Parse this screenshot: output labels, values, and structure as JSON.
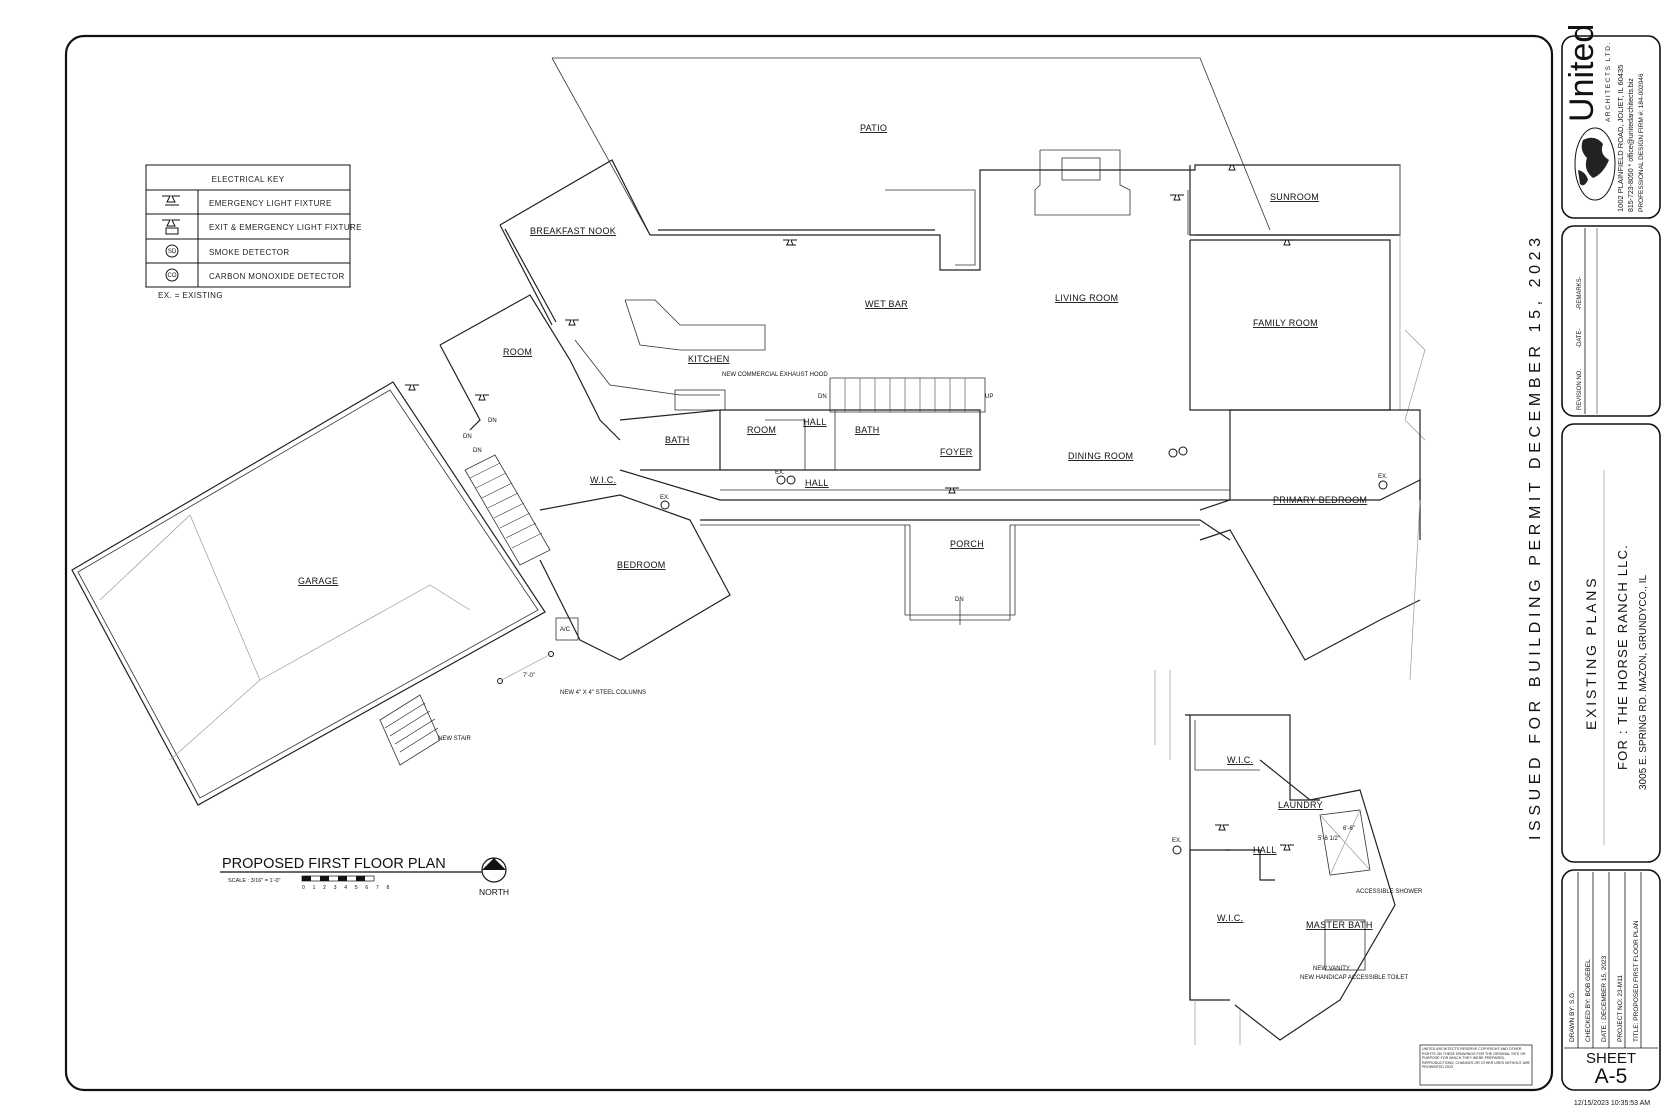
{
  "key": {
    "title": "ELECTRICAL KEY",
    "items": [
      {
        "label": "EMERGENCY LIGHT FIXTURE",
        "icon": "emergency-light-icon"
      },
      {
        "label": "EXIT & EMERGENCY LIGHT FIXTURE",
        "icon": "exit-light-icon"
      },
      {
        "label": "SMOKE DETECTOR",
        "icon": "smoke-detector-icon",
        "symbol": "SD"
      },
      {
        "label": "CARBON MONOXIDE DETECTOR",
        "icon": "co-detector-icon",
        "symbol": "CO"
      }
    ],
    "note": "EX. = EXISTING"
  },
  "rooms": {
    "patio": "PATIO",
    "breakfast_nook": "BREAKFAST NOOK",
    "sunroom": "SUNROOM",
    "wet_bar": "WET BAR",
    "living_room": "LIVING ROOM",
    "family_room": "FAMILY ROOM",
    "room1": "ROOM",
    "kitchen": "KITCHEN",
    "bath1": "BATH",
    "room2": "ROOM",
    "hall1": "HALL",
    "bath2": "BATH",
    "foyer": "FOYER",
    "dining_room": "DINING ROOM",
    "wic1": "W.I.C.",
    "hall2": "HALL",
    "primary_bedroom": "PRIMARY BEDROOM",
    "garage": "GARAGE",
    "bedroom": "BEDROOM",
    "porch": "PORCH",
    "wic2": "W.I.C.",
    "laundry": "LAUNDRY",
    "hall3": "HALL",
    "wic3": "W.I.C.",
    "master_bath": "MASTER BATH"
  },
  "notes": {
    "hood": "NEW COMMERCIAL EXHAUST HOOD",
    "columns": "NEW 4\" X 4\" STEEL COLUMNS",
    "new_stair": "NEW STAIR",
    "accessible_shower": "ACCESSIBLE SHOWER",
    "new_vanity": "NEW VANITY",
    "new_toilet": "NEW HANDICAP ACCESSIBLE TOILET",
    "dn": "DN",
    "up": "UP",
    "ac": "A/C",
    "ex": "EX.",
    "dim1": "7'-0\"",
    "dim_shower": "6'-6\"",
    "dim_shower2": "5'-6 1/2\""
  },
  "plan_title": {
    "title": "PROPOSED FIRST FLOOR PLAN",
    "scale": "SCALE : 3/16\" = 1'-0\"",
    "scale_ticks": "0 1 2 3 4 5 6 7 8",
    "north": "NORTH"
  },
  "stamp": "ISSUED FOR BUILDING PERMIT DECEMBER 15, 2023",
  "firm": {
    "name": "United",
    "sub": "ARCHITECTS LTD.",
    "address": "1002 PLAINFIELD ROAD, JOLIET, IL 60435",
    "contact": "815-723-8050 * office@unitedarchitects.biz",
    "license": "PROFESSIONAL DESIGN FIRM #: 184-002046"
  },
  "revision": {
    "no": "REVISION NO.",
    "date": "-DATE-",
    "remarks": "-REMARKS-"
  },
  "project": {
    "title": "EXISTING PLANS",
    "for": "FOR : THE HORSE RANCH LLC.",
    "address": "3005 E. SPRING RD. MAZON, GRUNDYCO., IL"
  },
  "info": {
    "drawn": "DRAWN BY: S.G.",
    "checked": "CHECKED BY: BOB GEBEL",
    "date": "DATE : DECEMBER 15, 2023",
    "project_no": "PROJECT NO: 23-M11",
    "title": "TITLE: PROPOSED FIRST FLOOR PLAN"
  },
  "sheet": {
    "label": "SHEET",
    "number": "A-5"
  },
  "copyright": "UNITED ARCHITECTS RESERVE COPYRIGHT AND OTHER RIGHTS ON THESE DRAWINGS FOR THE ORIGINAL SITE OR PURPOSE FOR WHICH THEY WERE PREPARED. REPRODUCTIONS, CHANGES OR OTHER USES WITHOUT ARE PROHIBITED",
  "copyright_year": "2023",
  "timestamp": "12/15/2023 10:35:53 AM"
}
